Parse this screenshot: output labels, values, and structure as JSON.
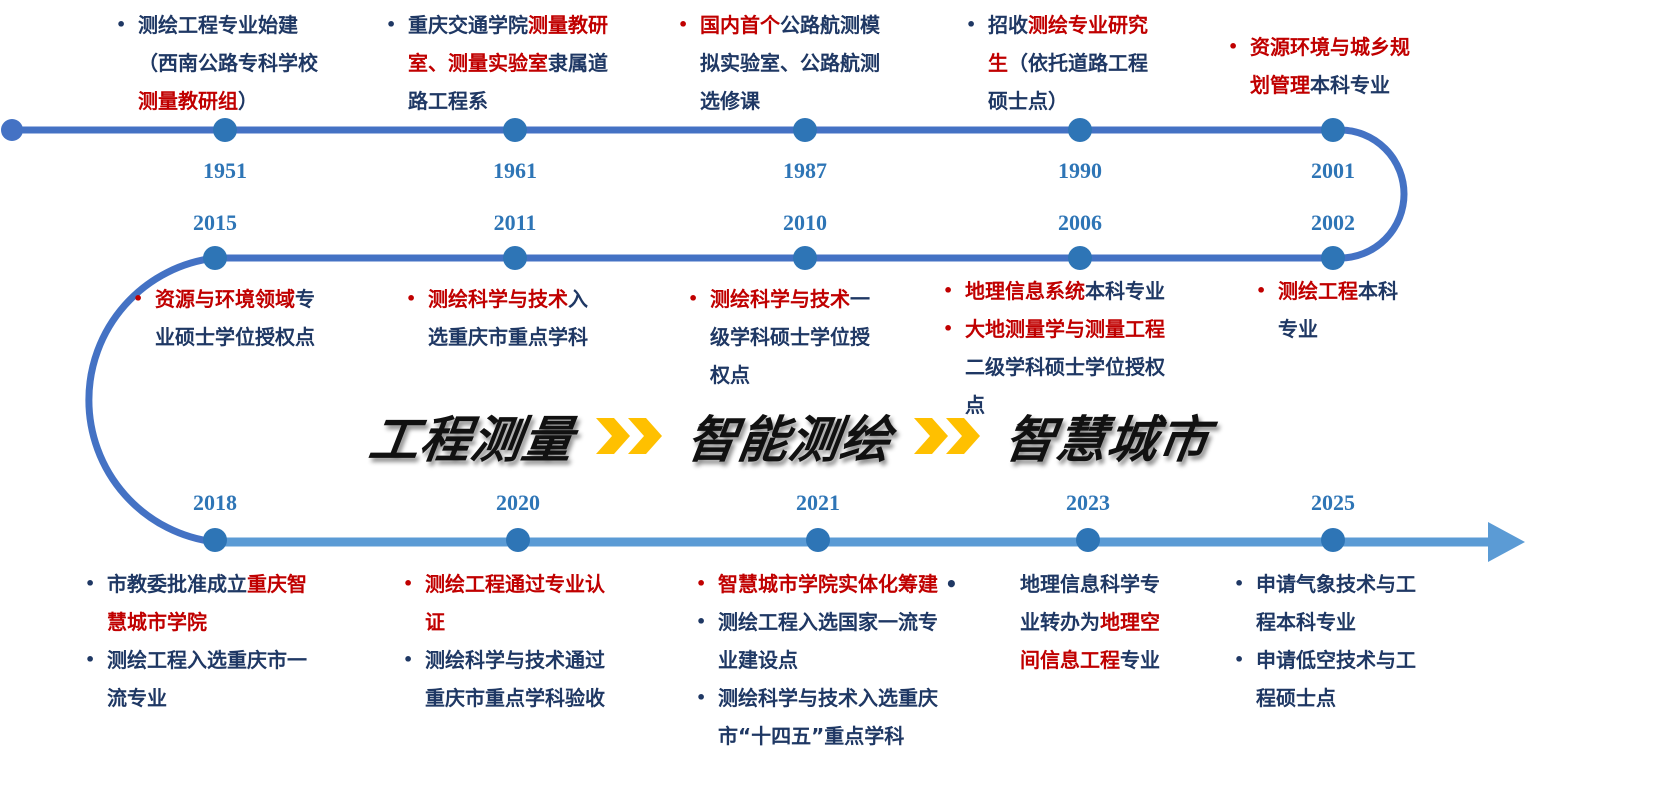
{
  "colors": {
    "navy": "#1f3864",
    "red": "#c00000",
    "year": "#2e75b6",
    "track": "#4472c4",
    "node": "#2e75b6",
    "chevron": "#ffc000"
  },
  "rows": [
    {
      "id": "top",
      "years": [
        "1951",
        "1961",
        "1987",
        "1990",
        "2001"
      ],
      "blocks": [
        [
          {
            "bullet": true,
            "lines": [
              [
                {
                  "t": "测绘工程专业始建",
                  "r": false
                }
              ],
              [
                {
                  "t": "（西南公路专科学校",
                  "r": false
                }
              ],
              [
                {
                  "t": "测量教研组",
                  "r": true
                },
                {
                  "t": "）",
                  "r": false
                }
              ]
            ]
          }
        ],
        [
          {
            "bullet": true,
            "lines": [
              [
                {
                  "t": "重庆交通学院",
                  "r": false
                },
                {
                  "t": "测量教研",
                  "r": true
                }
              ],
              [
                {
                  "t": "室、测量实验室",
                  "r": true
                },
                {
                  "t": "隶属道",
                  "r": false
                }
              ],
              [
                {
                  "t": "路工程系",
                  "r": false
                }
              ]
            ]
          }
        ],
        [
          {
            "bullet": true,
            "lines": [
              [
                {
                  "t": "国内首个",
                  "r": true
                },
                {
                  "t": "公路航测模",
                  "r": false
                }
              ],
              [
                {
                  "t": "拟实验室、公路航测",
                  "r": false
                }
              ],
              [
                {
                  "t": "选修课",
                  "r": false
                }
              ]
            ]
          }
        ],
        [
          {
            "bullet": true,
            "lines": [
              [
                {
                  "t": "招收",
                  "r": false
                },
                {
                  "t": "测绘专业研究",
                  "r": true
                }
              ],
              [
                {
                  "t": "生",
                  "r": true
                },
                {
                  "t": "（依托道路工程",
                  "r": false
                }
              ],
              [
                {
                  "t": "硕士点）",
                  "r": false
                }
              ]
            ]
          }
        ],
        [
          {
            "bullet": true,
            "lines": [
              [
                {
                  "t": "资源环境与城乡规",
                  "r": true
                }
              ],
              [
                {
                  "t": "划管理",
                  "r": true
                },
                {
                  "t": "本科专业",
                  "r": false
                }
              ]
            ]
          }
        ]
      ]
    },
    {
      "id": "middle",
      "years": [
        "2015",
        "2011",
        "2010",
        "2006",
        "2002"
      ],
      "blocks": [
        [
          {
            "bullet": true,
            "lines": [
              [
                {
                  "t": "资源与环境领域",
                  "r": true
                },
                {
                  "t": "专",
                  "r": false
                }
              ],
              [
                {
                  "t": "业硕士学位授权点",
                  "r": false
                }
              ]
            ]
          }
        ],
        [
          {
            "bullet": true,
            "lines": [
              [
                {
                  "t": "测绘科学与技术",
                  "r": true
                },
                {
                  "t": "入",
                  "r": false
                }
              ],
              [
                {
                  "t": "选重庆市重点学科",
                  "r": false
                }
              ]
            ]
          }
        ],
        [
          {
            "bullet": true,
            "lines": [
              [
                {
                  "t": "测绘科学与技术",
                  "r": true
                },
                {
                  "t": "一",
                  "r": false
                }
              ],
              [
                {
                  "t": "级学科硕士学位授",
                  "r": false
                }
              ],
              [
                {
                  "t": "权点",
                  "r": false
                }
              ]
            ]
          }
        ],
        [
          {
            "bullet": true,
            "lines": [
              [
                {
                  "t": "地理信息系统",
                  "r": true
                },
                {
                  "t": "本科专业",
                  "r": false
                }
              ]
            ]
          },
          {
            "bullet": true,
            "lines": [
              [
                {
                  "t": "大地测量学与测量工程",
                  "r": true
                }
              ],
              [
                {
                  "t": "二级学科硕士学位授权",
                  "r": false
                }
              ],
              [
                {
                  "t": "点",
                  "r": false
                }
              ]
            ]
          }
        ],
        [
          {
            "bullet": true,
            "lines": [
              [
                {
                  "t": "测绘工程",
                  "r": true
                },
                {
                  "t": "本科",
                  "r": false
                }
              ],
              [
                {
                  "t": "专业",
                  "r": false
                }
              ]
            ]
          }
        ]
      ]
    },
    {
      "id": "bottom",
      "years": [
        "2018",
        "2020",
        "2021",
        "2023",
        "2025"
      ],
      "blocks": [
        [
          {
            "bullet": true,
            "lines": [
              [
                {
                  "t": "市教委批准成立",
                  "r": false
                },
                {
                  "t": "重庆智",
                  "r": true
                }
              ],
              [
                {
                  "t": "慧城市学院",
                  "r": true
                }
              ]
            ]
          },
          {
            "bullet": true,
            "lines": [
              [
                {
                  "t": "测绘工程入选重庆市一",
                  "r": false
                }
              ],
              [
                {
                  "t": "流专业",
                  "r": false
                }
              ]
            ]
          }
        ],
        [
          {
            "bullet": true,
            "lines": [
              [
                {
                  "t": "测绘工程通过专业认",
                  "r": true
                }
              ],
              [
                {
                  "t": "证",
                  "r": true
                }
              ]
            ]
          },
          {
            "bullet": true,
            "lines": [
              [
                {
                  "t": "测绘科学与技术通过",
                  "r": false
                }
              ],
              [
                {
                  "t": "重庆市重点学科验收",
                  "r": false
                }
              ]
            ]
          }
        ],
        [
          {
            "bullet": true,
            "lines": [
              [
                {
                  "t": "智慧城市学院实体化筹建",
                  "r": true
                },
                {
                  "t": " •",
                  "r": false
                }
              ]
            ]
          },
          {
            "bullet": true,
            "lines": [
              [
                {
                  "t": "测绘工程入选国家一流专",
                  "r": false
                }
              ],
              [
                {
                  "t": "业建设点",
                  "r": false
                }
              ]
            ]
          },
          {
            "bullet": true,
            "lines": [
              [
                {
                  "t": "测绘科学与技术入选重庆",
                  "r": false
                }
              ],
              [
                {
                  "t": "市“十四五”重点学科",
                  "r": false
                }
              ]
            ]
          }
        ],
        [
          {
            "bullet": false,
            "lines": [
              [
                {
                  "t": "地理信息科学专",
                  "r": false
                }
              ],
              [
                {
                  "t": "业转办为",
                  "r": false
                },
                {
                  "t": "地理空",
                  "r": true
                }
              ],
              [
                {
                  "t": "间信息工程",
                  "r": true
                },
                {
                  "t": "专业",
                  "r": false
                }
              ]
            ]
          }
        ],
        [
          {
            "bullet": true,
            "lines": [
              [
                {
                  "t": "申请气象技术与工",
                  "r": false
                }
              ],
              [
                {
                  "t": "程本科专业",
                  "r": false
                }
              ]
            ]
          },
          {
            "bullet": true,
            "lines": [
              [
                {
                  "t": "申请低空技术与工",
                  "r": false
                }
              ],
              [
                {
                  "t": "程硕士点",
                  "r": false
                }
              ]
            ]
          }
        ]
      ]
    }
  ],
  "slogan": {
    "words": [
      "工程测量",
      "智能测绘",
      "智慧城市"
    ],
    "arrow_icon": "double-chevron-right"
  }
}
